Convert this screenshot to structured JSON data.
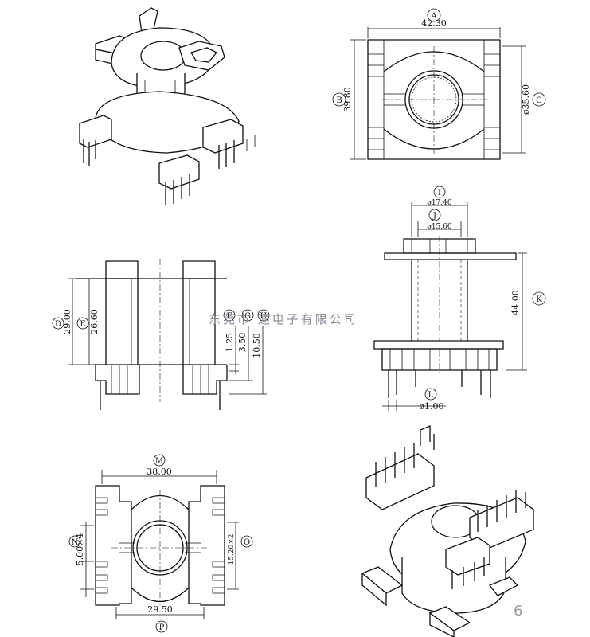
{
  "top_view": {
    "label_a": "A",
    "width": "42.30",
    "label_b": "B",
    "height": "39.80",
    "label_c": "C",
    "diameter": "ø35.60"
  },
  "side_view_right": {
    "label_i": "I",
    "outer_dia": "ø17.40",
    "label_j": "J",
    "inner_dia": "ø15.60",
    "label_k": "K",
    "height": "44.00",
    "label_l": "L",
    "pin_dia": "ø1.00"
  },
  "side_view_left": {
    "label_d": "D",
    "total": "29.00",
    "label_e": "E",
    "inner": "26.60",
    "label_f": "F",
    "dim_f": "1.25",
    "label_g": "G",
    "dim_g": "3.50",
    "label_h": "H",
    "dim_h": "10.50"
  },
  "bottom_view": {
    "label_m": "M",
    "width": "38.00",
    "label_n": "N",
    "pitch": "5.00×4",
    "label_o": "O",
    "spacing": "15.20×2",
    "label_p": "P",
    "bottom_width": "29.50"
  },
  "watermark": "东莞市 通电子有限公司",
  "page_number": "6"
}
